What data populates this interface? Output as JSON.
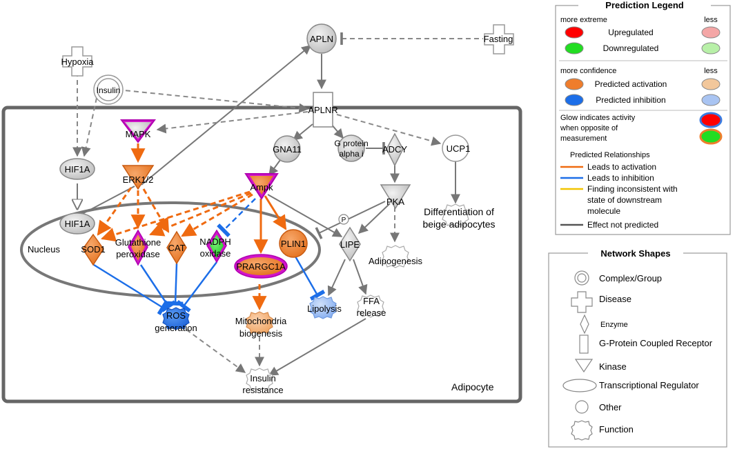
{
  "diagram": {
    "nodes": {
      "apln": "APLN",
      "fasting": "Fasting",
      "hypoxia": "Hypoxia",
      "insulin": "Insulin",
      "aplnr": "APLNR",
      "mapk": "MAPK",
      "erk12": "ERK1/2",
      "gna11": "GNA11",
      "gprotein_line1": "G protein",
      "gprotein_line2": "alpha i",
      "adcy": "ADCY",
      "ucp1": "UCP1",
      "hif1a_top": "HIF1A",
      "hif1a_bottom": "HIF1A",
      "ampk": "Ampk",
      "pka": "PKA",
      "p_badge": "P",
      "beige_line1": "Differentiation of",
      "beige_line2": "beige adipocytes",
      "sod1": "SOD1",
      "gpx_line1": "Glutathione",
      "gpx_line2": "peroxidase",
      "cat": "CAT",
      "nadph_line1": "NADPH",
      "nadph_line2": "oxidase",
      "plin1": "PLIN1",
      "lipe": "LIPE",
      "prargc1a": "PRARGC1A",
      "adipogenesis": "Adipogenesis",
      "ros_line1": "ROS",
      "ros_line2": "generation",
      "mito_line1": "Mitochondria",
      "mito_line2": "biogenesis",
      "lipolysis": "Lipolysis",
      "ffa_line1": "FFA",
      "ffa_line2": "release",
      "ir_line1": "Insulin",
      "ir_line2": "resistance"
    },
    "compartments": {
      "nucleus": "Nucleus",
      "adipocyte": "Adipocyte"
    }
  },
  "prediction_legend": {
    "title": "Prediction Legend",
    "more_extreme": "more extreme",
    "less_1": "less",
    "upregulated": "Upregulated",
    "downregulated": "Downregulated",
    "more_confidence": "more confidence",
    "less_2": "less",
    "predicted_activation": "Predicted activation",
    "predicted_inhibition": "Predicted inhibition",
    "glow_line1": "Glow indicates activity",
    "glow_line2": "when opposite of",
    "glow_line3": "measurement",
    "relationships_title": "Predicted Relationships",
    "leads_activation": "Leads to activation",
    "leads_inhibition": "Leads to inhibition",
    "inconsistent_line1": "Finding inconsistent with",
    "inconsistent_line2": "state of downstream",
    "inconsistent_line3": "molecule",
    "effect_not_predicted": "Effect not predicted"
  },
  "shapes_legend": {
    "title": "Network Shapes",
    "complex": "Complex/Group",
    "disease": "Disease",
    "enzyme": "Enzyme",
    "gpcr": "G-Protein Coupled Receptor",
    "kinase": "Kinase",
    "transcriptional": "Transcriptional Regulator",
    "other": "Other",
    "function": "Function"
  },
  "colors": {
    "upregulated": "#ff0000",
    "upregulated_less": "#f4a6a6",
    "downregulated": "#22dd22",
    "downregulated_less": "#b8f0a8",
    "activation": "#ef7d2c",
    "activation_less": "#f2c79b",
    "inhibition": "#1c6ee8",
    "inhibition_less": "#a9c4f2",
    "inconsistent": "#f2c400",
    "not_predicted": "#555555",
    "node_gray": "#d2d2d2",
    "glow_magenta": "#d015c8"
  }
}
